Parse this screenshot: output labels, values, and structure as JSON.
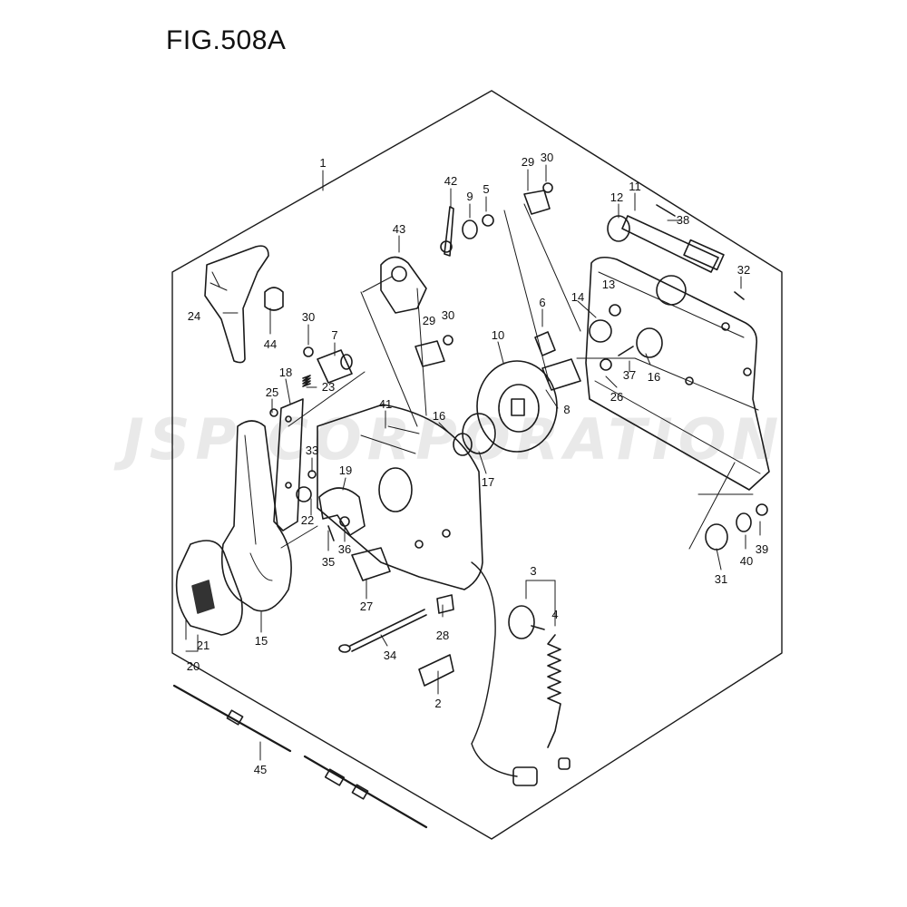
{
  "figure": {
    "title": "FIG.508A",
    "watermark": "JSP CORPORATION"
  },
  "part_callouts": [
    "1",
    "2",
    "3",
    "4",
    "5",
    "6",
    "7",
    "8",
    "9",
    "10",
    "11",
    "12",
    "13",
    "14",
    "15",
    "16",
    "16",
    "17",
    "18",
    "19",
    "20",
    "21",
    "22",
    "23",
    "24",
    "25",
    "26",
    "27",
    "28",
    "29",
    "29",
    "30",
    "30",
    "30",
    "31",
    "32",
    "33",
    "34",
    "35",
    "36",
    "37",
    "38",
    "39",
    "40",
    "41",
    "42",
    "43",
    "44",
    "45"
  ]
}
